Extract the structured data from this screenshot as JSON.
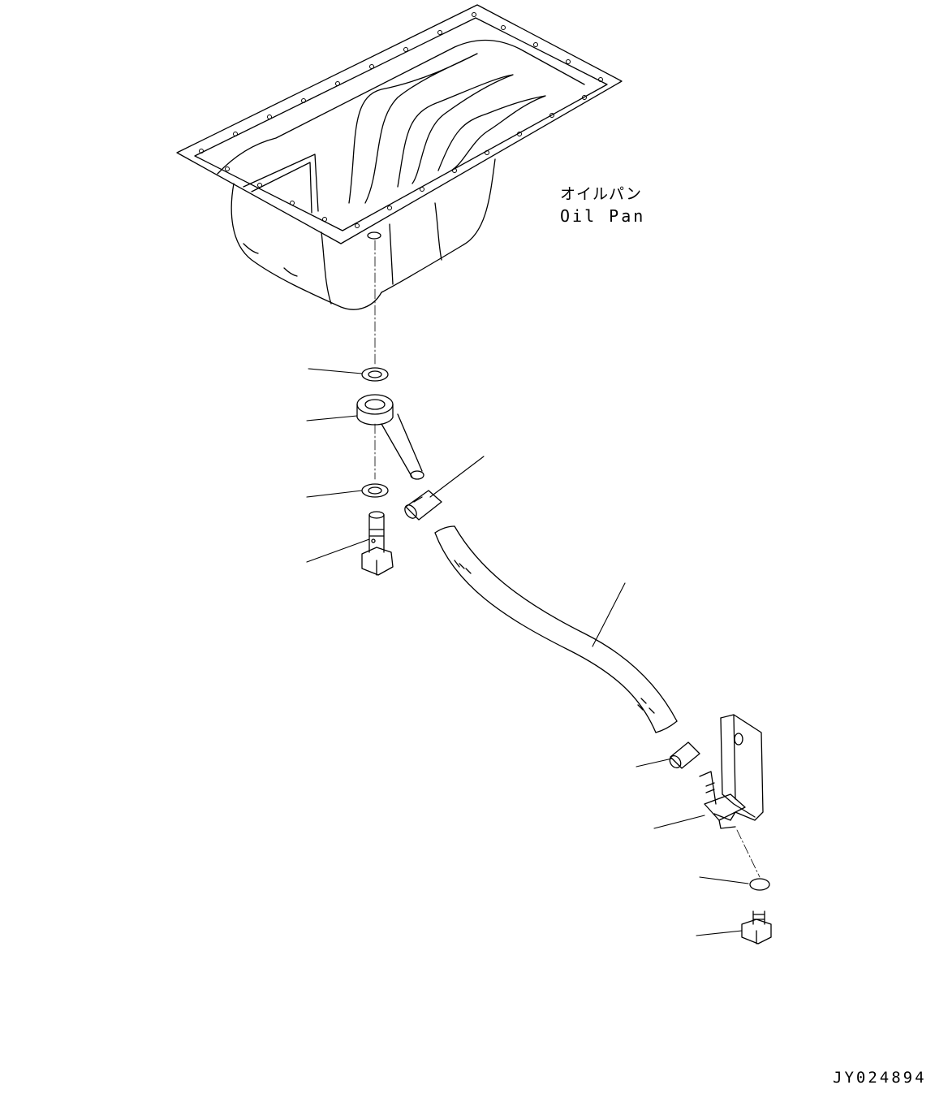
{
  "labels": {
    "oil_pan_jp": "オイルパン",
    "oil_pan_en": "Oil Pan",
    "drawing_code": "JY024894"
  },
  "colors": {
    "line": "#000000",
    "background": "#ffffff"
  }
}
